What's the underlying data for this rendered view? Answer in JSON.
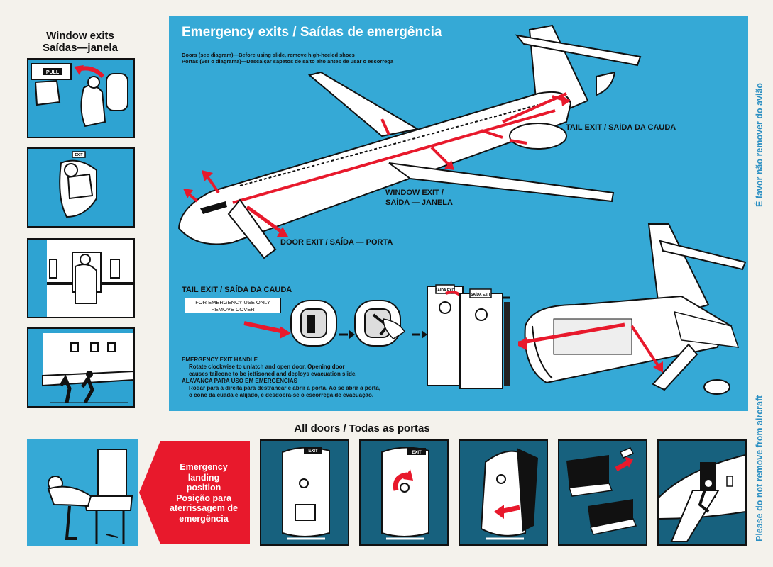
{
  "left": {
    "title_en": "Window exits",
    "title_pt": "Saídas—janela",
    "pull_label": "PULL",
    "exit_label": "EXIT"
  },
  "main": {
    "title": "Emergency exits / Saídas de emergência",
    "note_en": "Doors (see diagram)—Before using slide, remove high-heeled shoes",
    "note_pt": "Portas (ver o diagrama)—Descalçar sapatos de salto alto antes de usar o escorrega",
    "tail_exit_label": "TAIL EXIT / SAÍDA DA CAUDA",
    "window_exit_label_1": "WINDOW EXIT /",
    "window_exit_label_2": "SAÍDA — JANELA",
    "door_exit_label": "DOOR EXIT / SAÍDA — PORTA",
    "tail_exit_heading": "TAIL EXIT / SAÍDA DA CAUDA",
    "cover_1": "FOR EMERGENCY USE ONLY",
    "cover_2": "REMOVE COVER",
    "handle_title_en": "EMERGENCY EXIT HANDLE",
    "handle_text_en_1": "Rotate clockwise to unlatch and open door. Opening door",
    "handle_text_en_2": "causes tailcone to be jettisoned and deploys evacuation slide.",
    "handle_title_pt": "ALAVANCA PARA USO EM EMERGÊNCIAS",
    "handle_text_pt_1": "Rodar para a direita para destrancar e abrir a porta. Ao se abrir a porta,",
    "handle_text_pt_2": "o cone da cuada é alijado, e desdobra-se o escorrega de evacuação.",
    "saida_exit": "SAÍDA EXIT"
  },
  "bottom": {
    "title": "All doors / Todas as portas",
    "landing_en_1": "Emergency",
    "landing_en_2": "landing",
    "landing_en_3": "position",
    "landing_pt_1": "Posição para",
    "landing_pt_2": "aterrissagem de",
    "landing_pt_3": "emergência",
    "exit_label": "EXIT"
  },
  "side": {
    "top_text": "É favor não remover do avião",
    "bottom_text": "Please do not remove from aircraft"
  },
  "colors": {
    "sky": "#35a9d6",
    "dark_teal": "#17617e",
    "red": "#e8192c",
    "paper": "#f4f2ec"
  }
}
